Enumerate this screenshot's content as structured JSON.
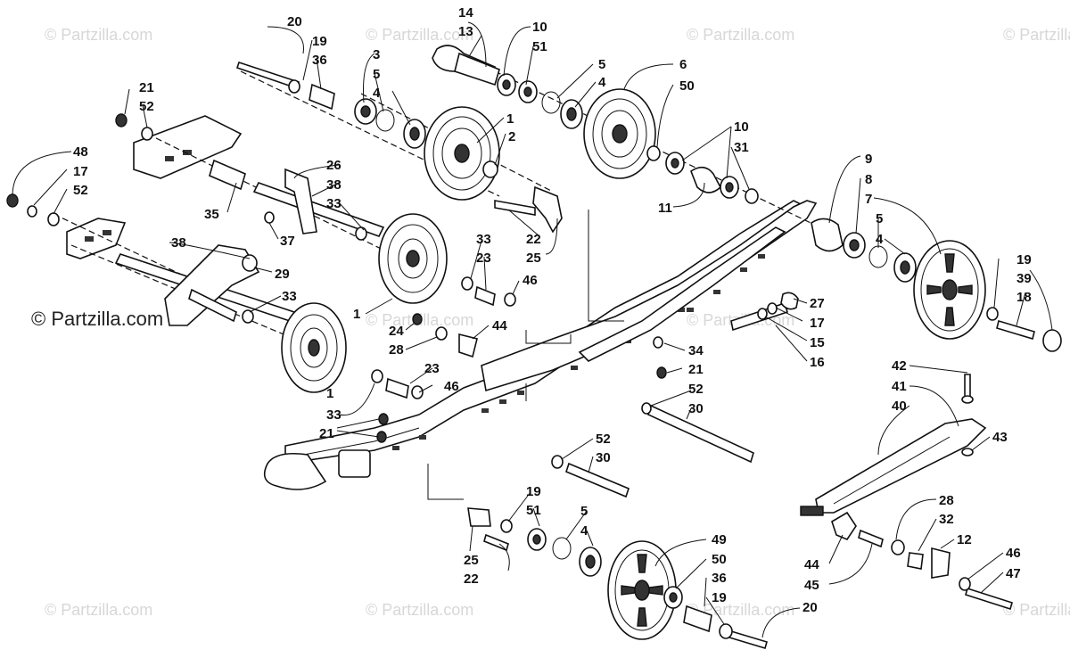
{
  "watermark": {
    "text": "© Partzilla.com"
  },
  "callouts": {
    "c20a": "20",
    "c19a": "19",
    "c36a": "36",
    "c14": "14",
    "c13": "13",
    "c10a": "10",
    "c51a": "51",
    "c3": "3",
    "c5a": "5",
    "c4a": "4",
    "c5b": "5",
    "c4b": "4",
    "c6": "6",
    "c50a": "50",
    "c1a": "1",
    "c2": "2",
    "c10b": "10",
    "c31": "31",
    "c11": "11",
    "c21a": "21",
    "c52a": "52",
    "c48": "48",
    "c17a": "17",
    "c52b": "52",
    "c26": "26",
    "c38a": "38",
    "c33a": "33",
    "c35": "35",
    "c37": "37",
    "c38b": "38",
    "c29": "29",
    "c33b": "33",
    "c1b": "1",
    "c33c": "33",
    "c23a": "23",
    "c46a": "46",
    "c22a": "22",
    "c25a": "25",
    "c9": "9",
    "c8": "8",
    "c7": "7",
    "c5c": "5",
    "c4c": "4",
    "c19b": "19",
    "c39": "39",
    "c18": "18",
    "c27": "27",
    "c17b": "17",
    "c15": "15",
    "c16": "16",
    "c24": "24",
    "c28a": "28",
    "c44a": "44",
    "c34": "34",
    "c21b": "21",
    "c1c": "1",
    "c23b": "23",
    "c46b": "46",
    "c33d": "33",
    "c52c": "52",
    "c30a": "30",
    "c21c": "21",
    "c42": "42",
    "c41": "41",
    "c40": "40",
    "c43": "43",
    "c52d": "52",
    "c30b": "30",
    "c19c": "19",
    "c51b": "51",
    "c5d": "5",
    "c4d": "4",
    "c25b": "25",
    "c22b": "22",
    "c49": "49",
    "c50b": "50",
    "c36b": "36",
    "c19d": "19",
    "c20b": "20",
    "c28b": "28",
    "c32": "32",
    "c12": "12",
    "c46c": "46",
    "c47": "47",
    "c44b": "44",
    "c45": "45"
  }
}
